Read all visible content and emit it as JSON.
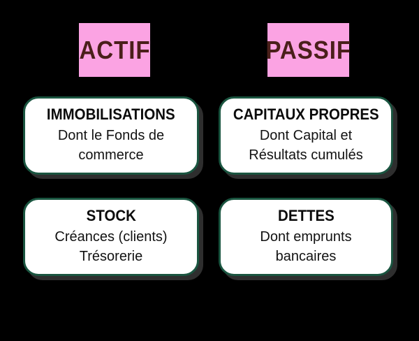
{
  "theme": {
    "background": "#000000",
    "banner_bg": "#FBA3E3",
    "banner_text": "#4A1F1A",
    "card_bg": "#FFFFFF",
    "card_border": "#1A5540",
    "card_text": "#0B0B0B"
  },
  "columns": [
    {
      "key": "actif",
      "banner_label": "ACTIF",
      "cards": [
        {
          "title": "IMMOBILISATIONS",
          "lines": [
            "Dont le Fonds de",
            "commerce"
          ]
        },
        {
          "title": "STOCK",
          "lines": [
            "Créances (clients)",
            "Trésorerie"
          ]
        }
      ]
    },
    {
      "key": "passif",
      "banner_label": "PASSIF",
      "cards": [
        {
          "title": "CAPITAUX PROPRES",
          "lines": [
            "Dont Capital et",
            "Résultats cumulés"
          ]
        },
        {
          "title": "DETTES",
          "lines": [
            "Dont emprunts",
            "bancaires"
          ]
        }
      ]
    }
  ]
}
